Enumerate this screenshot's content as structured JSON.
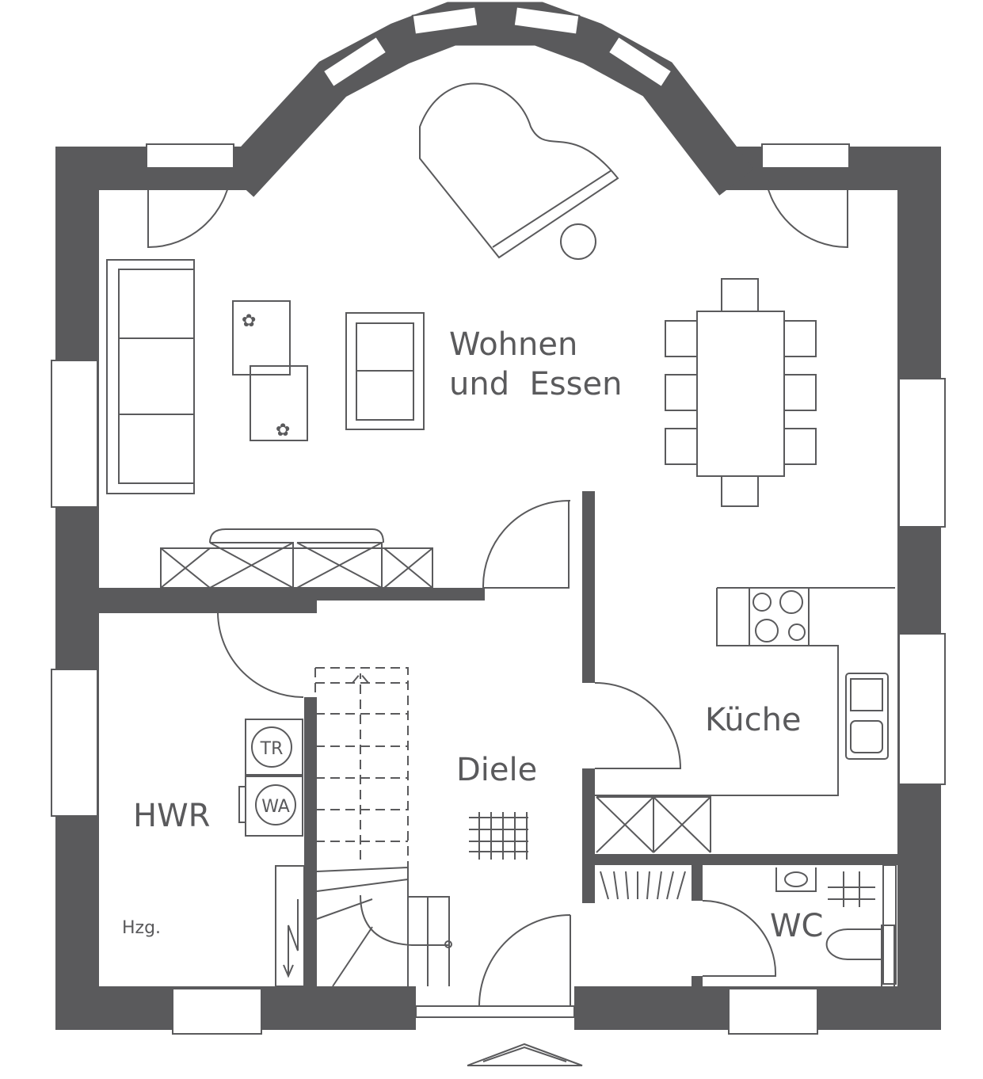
{
  "rooms": {
    "living_line1": "Wohnen",
    "living_line2": "und  Essen",
    "kitchen": "Küche",
    "hall": "Diele",
    "utility": "HWR",
    "heating": "Hzg.",
    "toilet": "WC"
  },
  "appliances": {
    "dryer": "TR",
    "washer": "WA"
  },
  "colors": {
    "wall": "#5a5a5c",
    "background": "#ffffff"
  }
}
